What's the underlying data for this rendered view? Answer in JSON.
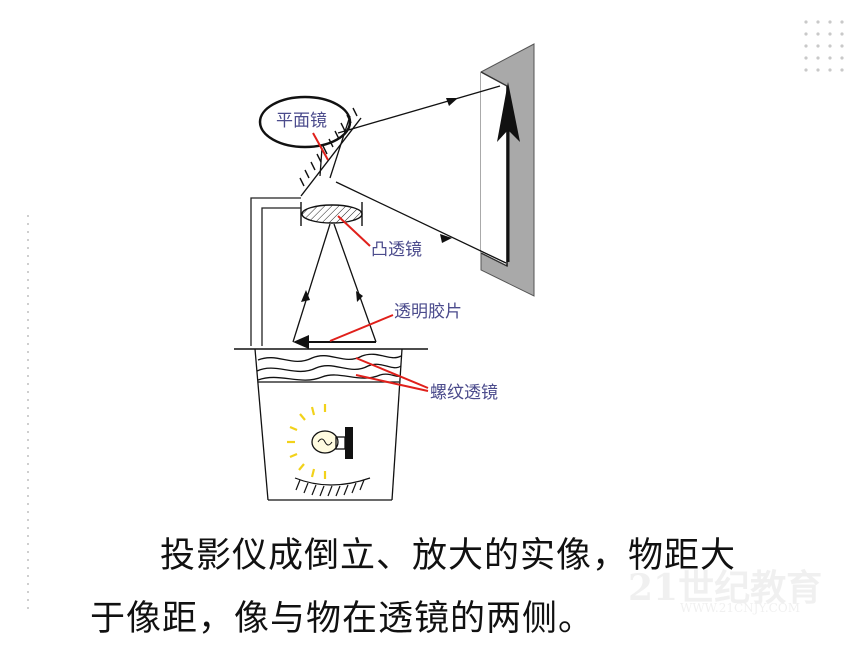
{
  "labels": {
    "plane_mirror": "平面镜",
    "convex_lens": "凸透镜",
    "transparency": "透明胶片",
    "fresnel_lens": "螺纹透镜"
  },
  "caption": {
    "line1": "投影仪成倒立、放大的实像，物距大",
    "line2": "于像距，像与物在透镜的两侧。"
  },
  "watermark": {
    "logo_text": "21世纪教育",
    "url": "WWW.21CNJY.COM"
  },
  "colors": {
    "label_text": "#4b4b8c",
    "pointer": "#e0201b",
    "screen": "#a9a9a9",
    "lamp_glow": "#f2d21a"
  }
}
